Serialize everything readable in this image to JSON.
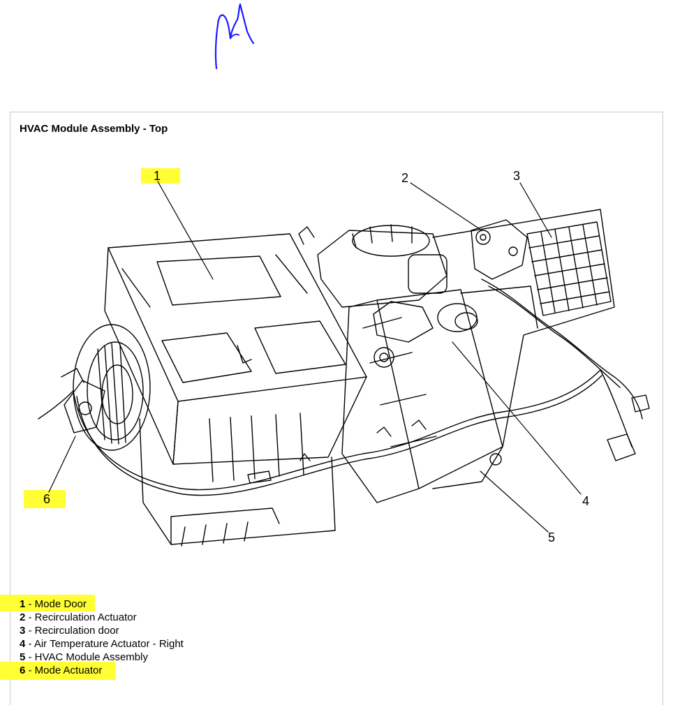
{
  "title": "HVAC Module Assembly - Top",
  "callouts": [
    "1",
    "2",
    "3",
    "4",
    "5",
    "6"
  ],
  "legend": [
    {
      "num": "1",
      "text": " - Mode Door",
      "highlighted": true
    },
    {
      "num": "2",
      "text": " - Recirculation Actuator",
      "highlighted": false
    },
    {
      "num": "3",
      "text": " - Recirculation door",
      "highlighted": false
    },
    {
      "num": "4",
      "text": " - Air Temperature Actuator - Right",
      "highlighted": false
    },
    {
      "num": "5",
      "text": " - HVAC Module Assembly",
      "highlighted": false
    },
    {
      "num": "6",
      "text": " - Mode Actuator",
      "highlighted": true
    }
  ],
  "colors": {
    "highlight": "#ffff33",
    "signature": "#1a1aff",
    "panel_border": "#c9c9c9"
  }
}
